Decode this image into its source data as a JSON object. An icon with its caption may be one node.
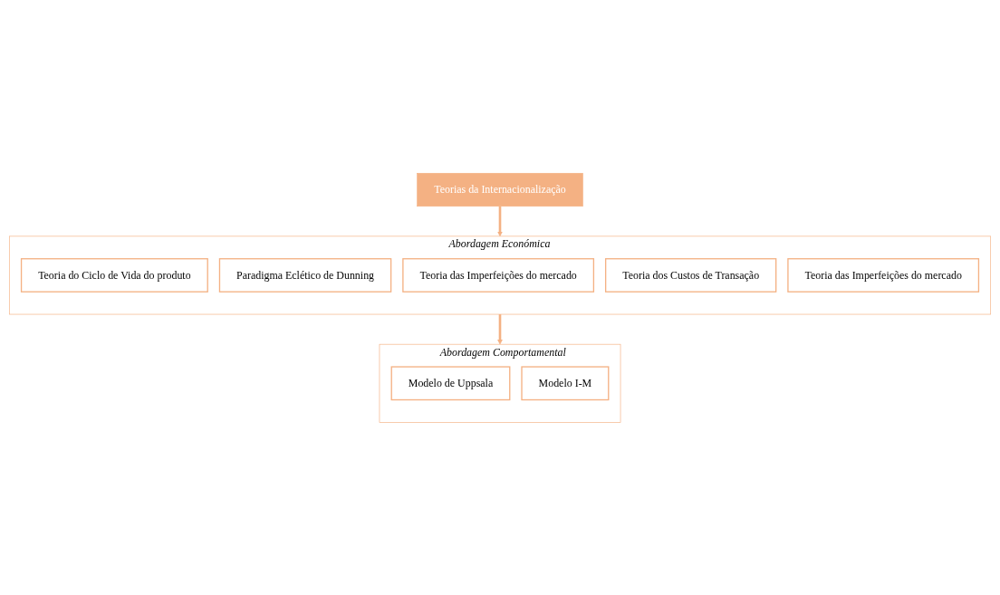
{
  "diagram": {
    "nodes": [
      {
        "text": [
          "Teorias da Internacionalização"
        ]
      },
      {
        "text": [
          "Abordagem Económica"
        ]
      },
      {
        "text": [
          "Teoria do Ciclo de Vida do produto"
        ],
        "in": 1
      },
      {
        "text": [
          "Paradigma Eclético de Dunning"
        ],
        "in": 1
      },
      {
        "text": [
          "Teoria das Imperfeições do mercado"
        ],
        "in": 1
      },
      {
        "text": [
          "Teoria dos Custos de Transação"
        ],
        "in": 1
      },
      {
        "text": [
          "Teoria das Imperfeições do mercado"
        ],
        "in": 1
      },
      {
        "text": [
          "Abordagem Comportamental"
        ]
      },
      {
        "text": [
          "Modelo de Uppsala"
        ],
        "in": 7
      },
      {
        "text": [
          "Modelo I-M"
        ],
        "in": 7
      }
    ],
    "edges": [
      {
        "from": 0,
        "to": 1,
        "arrow": "to"
      },
      {
        "from": 1,
        "to": 7,
        "arrow": "to"
      }
    ]
  }
}
